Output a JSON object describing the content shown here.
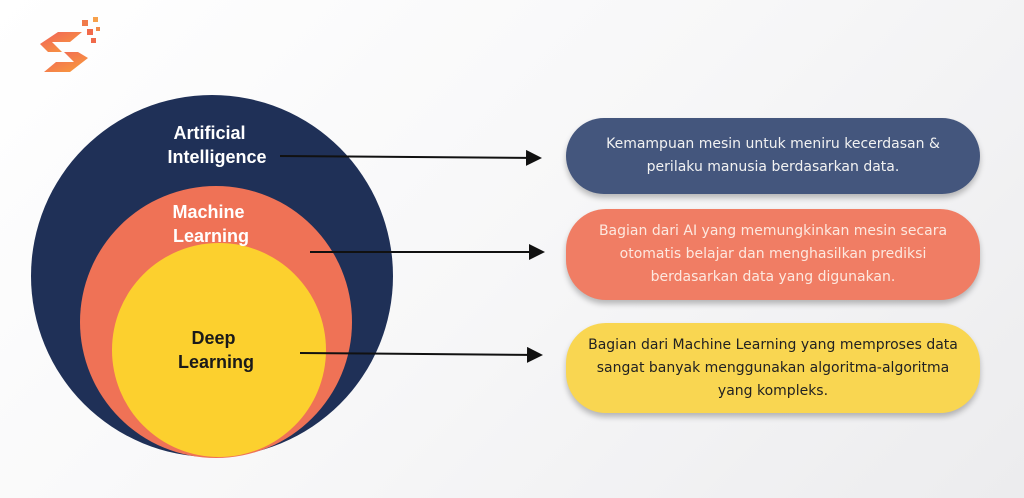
{
  "logo": {
    "name": "logo-icon"
  },
  "circles": [
    {
      "label_lines": [
        "Artificial",
        "Intelligence"
      ],
      "color": "#1f3057",
      "text_color": "#ffffff"
    },
    {
      "label_lines": [
        "Machine",
        "Learning"
      ],
      "color": "#ef7256",
      "text_color": "#ffffff"
    },
    {
      "label_lines": [
        "Deep",
        "Learning"
      ],
      "color": "#fcd02e",
      "text_color": "#1a1a1a"
    }
  ],
  "descriptions": [
    {
      "text": "Kemampuan mesin untuk meniru kecerdasan & perilaku manusia berdasarkan data.",
      "color": "#44567d"
    },
    {
      "text": "Bagian dari AI yang memungkinkan mesin secara otomatis belajar dan menghasilkan prediksi berdasarkan data yang digunakan.",
      "color": "#f07d64"
    },
    {
      "text": "Bagian dari Machine Learning yang memproses data sangat banyak menggunakan algoritma-algoritma yang kompleks.",
      "color": "#f9d651"
    }
  ]
}
